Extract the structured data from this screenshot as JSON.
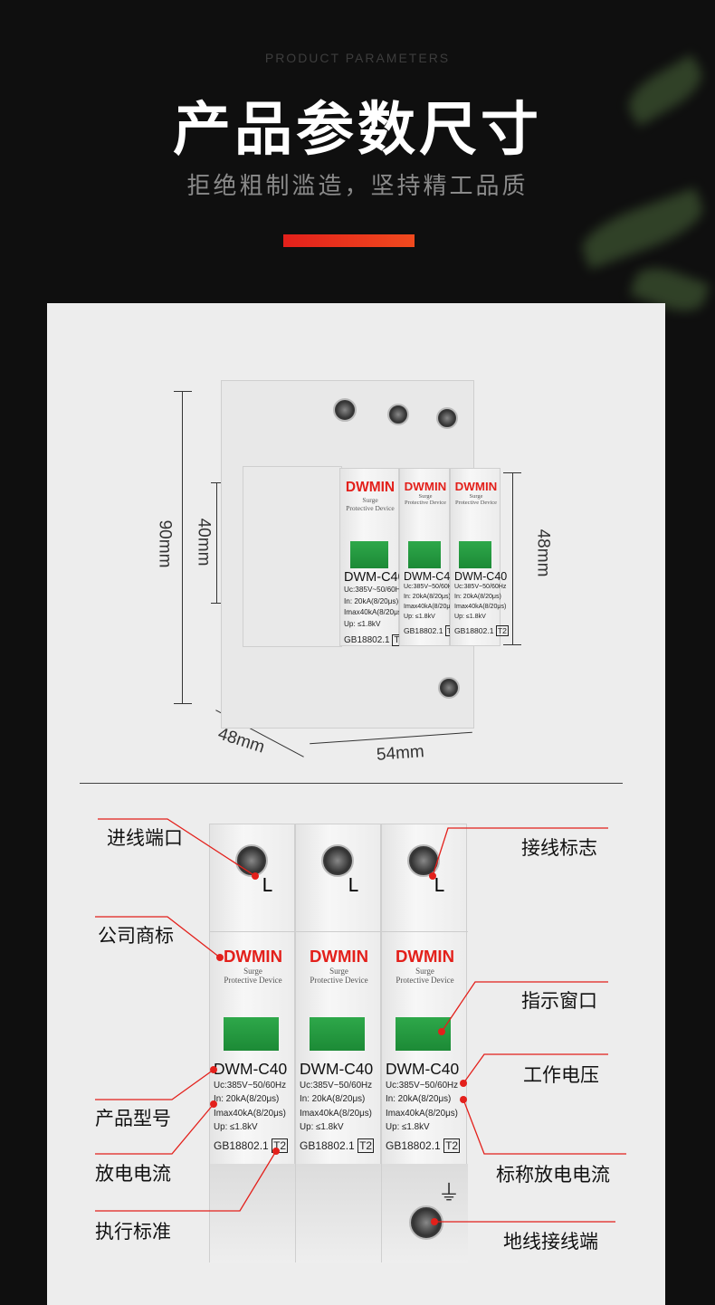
{
  "header": {
    "subtitle_en": "PRODUCT PARAMETERS",
    "title": "产品参数尺寸",
    "slogan": "拒绝粗制滥造，坚持精工品质"
  },
  "colors": {
    "accent": "#e3201b",
    "window": "#2ea84a",
    "background": "#0f0f0f",
    "panel": "#ededed"
  },
  "dimensions": {
    "height_total": "90mm",
    "height_front": "40mm",
    "height_side": "48mm",
    "depth": "48mm",
    "width": "54mm"
  },
  "product": {
    "brand": "DWMIN",
    "line1": "Surge",
    "line2": "Protective  Device",
    "model": "DWM-C40",
    "uc": "Uc:385V~50/60Hz",
    "in": "In:   20kA(8/20μs)",
    "imax": "Imax40kA(8/20μs)",
    "up": "Up:   ≤1.8kV",
    "standard": "GB18802.1",
    "class": "T2",
    "terminal": "L",
    "ground_symbol": "⏚"
  },
  "callouts": {
    "left": [
      "进线端口",
      "公司商标",
      "产品型号",
      "放电电流",
      "执行标准"
    ],
    "right": [
      "接线标志",
      "指示窗口",
      "工作电压",
      "标称放电电流",
      "地线接线端"
    ]
  }
}
